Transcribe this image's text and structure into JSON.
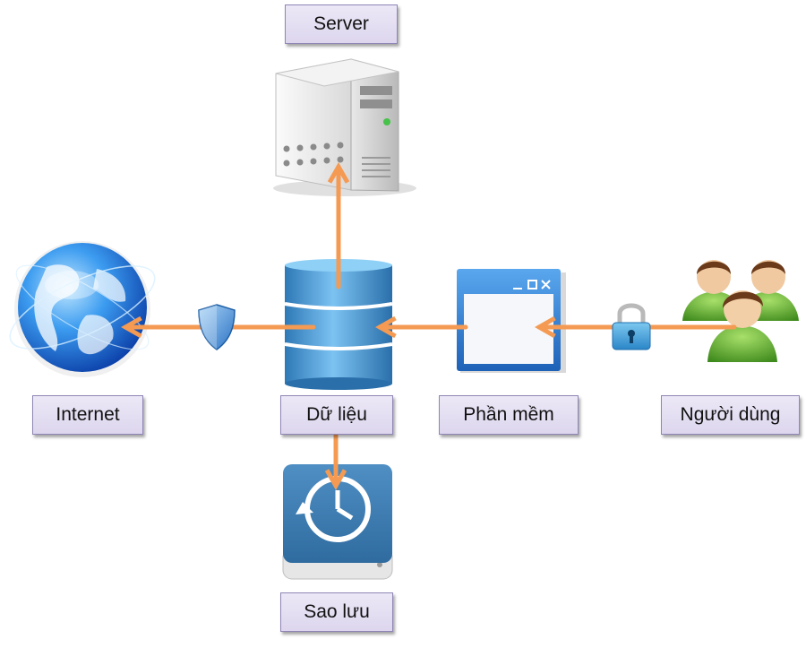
{
  "nodes": {
    "server": {
      "label": "Server",
      "icon": "server-tower-icon"
    },
    "internet": {
      "label": "Internet",
      "icon": "globe-icon"
    },
    "database": {
      "label": "Dữ liệu",
      "icon": "database-icon"
    },
    "software": {
      "label": "Phần mềm",
      "icon": "application-window-icon"
    },
    "users": {
      "label": "Người dùng",
      "icon": "users-group-icon"
    },
    "backup": {
      "label": "Sao lưu",
      "icon": "backup-drive-icon"
    }
  },
  "connectors": {
    "users_to_software": {
      "badge": "padlock-icon"
    },
    "database_to_internet": {
      "badge": "shield-icon"
    }
  },
  "colors": {
    "arrow": "#f49a53",
    "label_fill": "#e6e1f3",
    "label_border": "#8f86b5",
    "database": "#3a8ccb",
    "window": "#2f7fd0",
    "globe": "#1f6fd8"
  }
}
